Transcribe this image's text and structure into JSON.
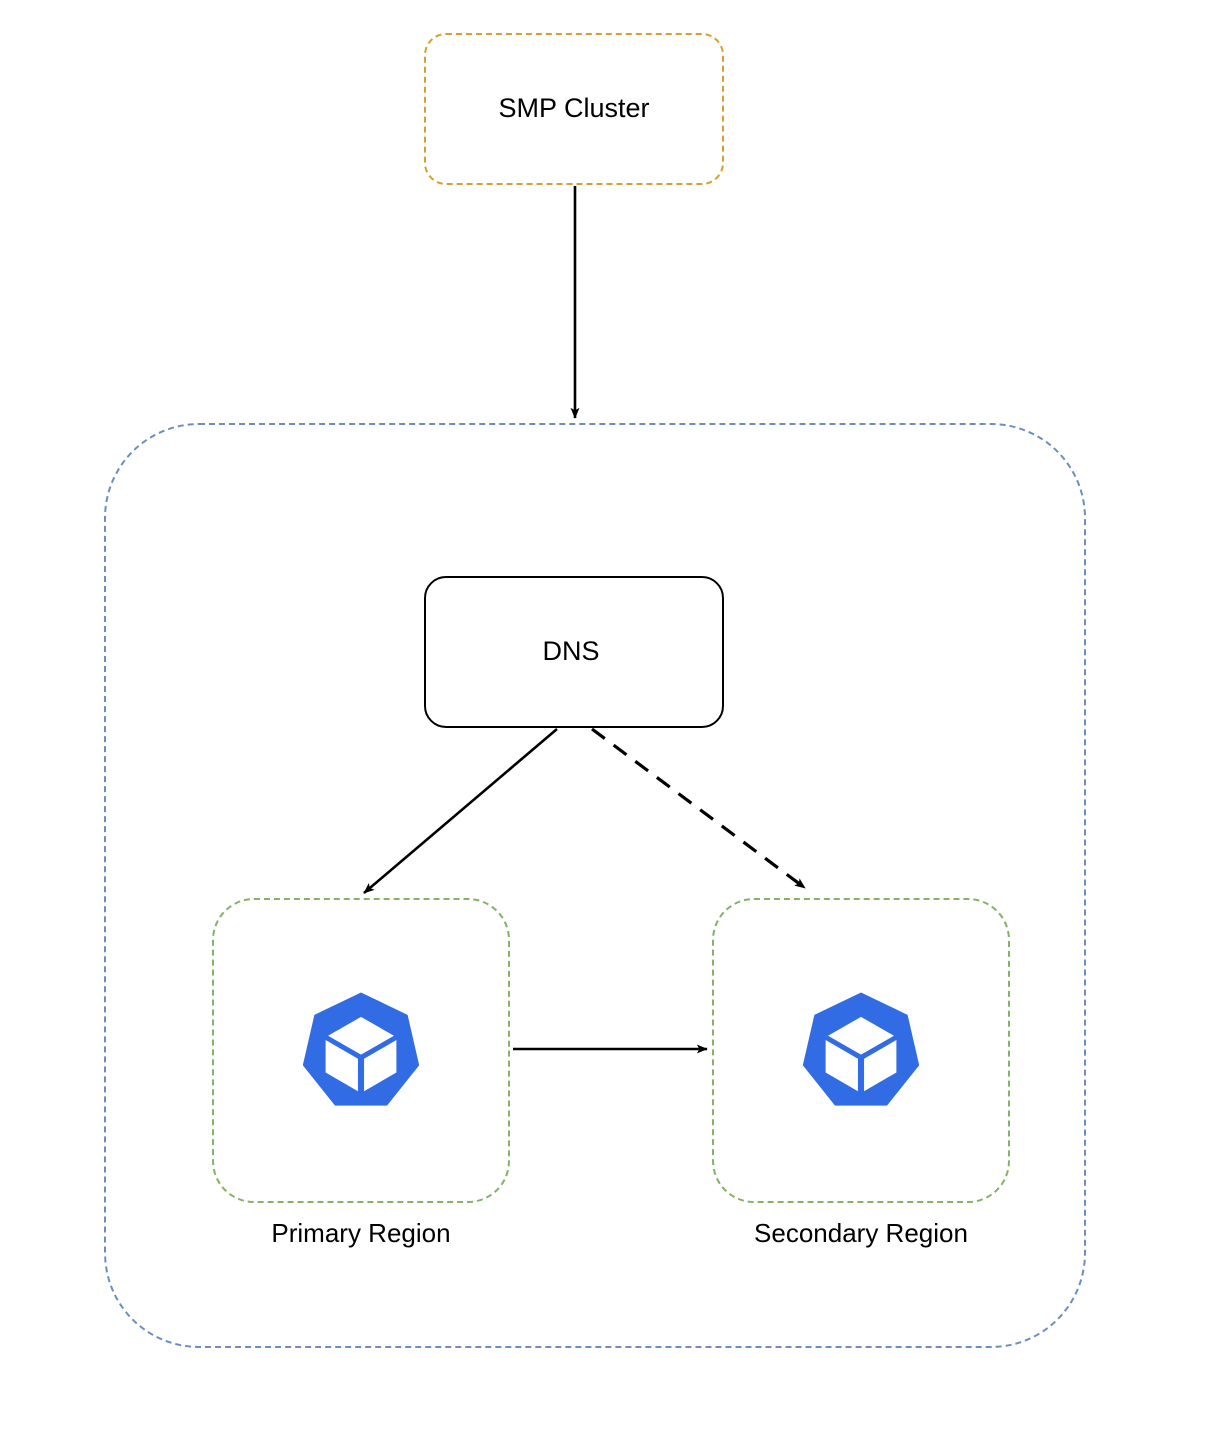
{
  "diagram": {
    "type": "architecture-diagram",
    "background": "#ffffff",
    "nodes": {
      "smp_cluster": {
        "label": "SMP Cluster",
        "style": "dashed-rounded-rect",
        "border_color": "#d6a02e"
      },
      "outer_region": {
        "label": "",
        "style": "dashed-rounded-rect",
        "border_color": "#6c8ebf"
      },
      "dns": {
        "label": "DNS",
        "style": "solid-rounded-rect",
        "border_color": "#000000"
      },
      "primary_region": {
        "label": "Primary Region",
        "style": "dashed-rounded-rect",
        "border_color": "#82b366",
        "icon": "kubernetes-icon",
        "icon_color": "#326ce5"
      },
      "secondary_region": {
        "label": "Secondary Region",
        "style": "dashed-rounded-rect",
        "border_color": "#82b366",
        "icon": "kubernetes-icon",
        "icon_color": "#326ce5"
      }
    },
    "edges": [
      {
        "id": "smp-to-outer",
        "from": "smp_cluster",
        "to": "outer_region",
        "style": "solid",
        "arrow": "end",
        "color": "#000000"
      },
      {
        "id": "dns-to-primary",
        "from": "dns",
        "to": "primary_region",
        "style": "solid",
        "arrow": "end",
        "color": "#000000"
      },
      {
        "id": "dns-to-secondary",
        "from": "dns",
        "to": "secondary_region",
        "style": "dashed",
        "arrow": "end",
        "color": "#000000"
      },
      {
        "id": "primary-to-secondary",
        "from": "primary_region",
        "to": "secondary_region",
        "style": "solid",
        "arrow": "end",
        "color": "#000000"
      }
    ]
  }
}
